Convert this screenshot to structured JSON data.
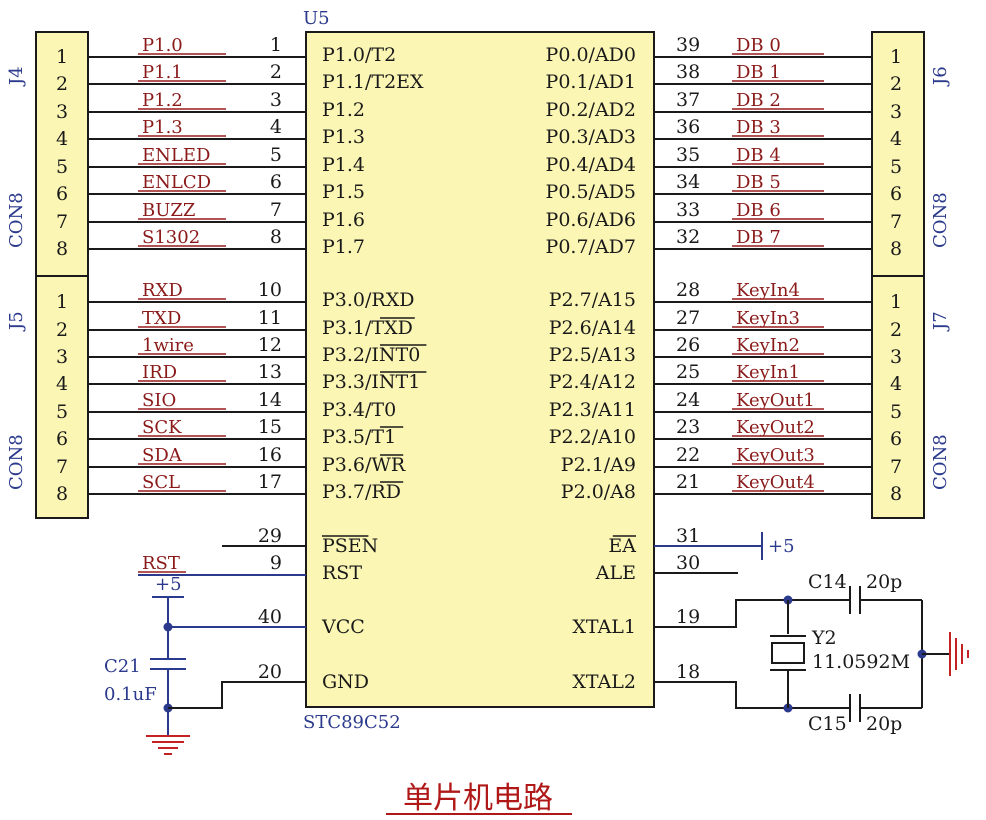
{
  "chip": {
    "ref": "U5",
    "part": "STC89C52",
    "left": [
      {
        "num": "1",
        "name": "P1.0/T2",
        "net": "P1.0"
      },
      {
        "num": "2",
        "name": "P1.1/T2EX",
        "net": "P1.1"
      },
      {
        "num": "3",
        "name": "P1.2",
        "net": "P1.2"
      },
      {
        "num": "4",
        "name": "P1.3",
        "net": "P1.3"
      },
      {
        "num": "5",
        "name": "P1.4",
        "net": "ENLED"
      },
      {
        "num": "6",
        "name": "P1.5",
        "net": "ENLCD"
      },
      {
        "num": "7",
        "name": "P1.6",
        "net": "BUZZ"
      },
      {
        "num": "8",
        "name": "P1.7",
        "net": "S1302"
      },
      {
        "num": "10",
        "name": "P3.0/RXD",
        "net": "RXD"
      },
      {
        "num": "11",
        "name": "P3.1/TXD",
        "net": "TXD"
      },
      {
        "num": "12",
        "name": "P3.2/INT0",
        "net": "1wire"
      },
      {
        "num": "13",
        "name": "P3.3/INT1",
        "net": "IRD"
      },
      {
        "num": "14",
        "name": "P3.4/T0",
        "net": "SIO"
      },
      {
        "num": "15",
        "name": "P3.5/T1",
        "net": "SCK"
      },
      {
        "num": "16",
        "name": "P3.6/WR",
        "net": "SDA"
      },
      {
        "num": "17",
        "name": "P3.7/RD",
        "net": "SCL"
      },
      {
        "num": "29",
        "name": "PSEN",
        "net": ""
      },
      {
        "num": "9",
        "name": "RST",
        "net": "RST"
      },
      {
        "num": "40",
        "name": "VCC",
        "net": ""
      },
      {
        "num": "20",
        "name": "GND",
        "net": ""
      }
    ],
    "right": [
      {
        "num": "39",
        "name": "P0.0/AD0",
        "net": "DB 0"
      },
      {
        "num": "38",
        "name": "P0.1/AD1",
        "net": "DB 1"
      },
      {
        "num": "37",
        "name": "P0.2/AD2",
        "net": "DB 2"
      },
      {
        "num": "36",
        "name": "P0.3/AD3",
        "net": "DB 3"
      },
      {
        "num": "35",
        "name": "P0.4/AD4",
        "net": "DB 4"
      },
      {
        "num": "34",
        "name": "P0.5/AD5",
        "net": "DB 5"
      },
      {
        "num": "33",
        "name": "P0.6/AD6",
        "net": "DB 6"
      },
      {
        "num": "32",
        "name": "P0.7/AD7",
        "net": "DB 7"
      },
      {
        "num": "28",
        "name": "P2.7/A15",
        "net": "KeyIn4"
      },
      {
        "num": "27",
        "name": "P2.6/A14",
        "net": "KeyIn3"
      },
      {
        "num": "26",
        "name": "P2.5/A13",
        "net": "KeyIn2"
      },
      {
        "num": "25",
        "name": "P2.4/A12",
        "net": "KeyIn1"
      },
      {
        "num": "24",
        "name": "P2.3/A11",
        "net": "KeyOut1"
      },
      {
        "num": "23",
        "name": "P2.2/A10",
        "net": "KeyOut2"
      },
      {
        "num": "22",
        "name": "P2.1/A9",
        "net": "KeyOut3"
      },
      {
        "num": "21",
        "name": "P2.0/A8",
        "net": "KeyOut4"
      },
      {
        "num": "31",
        "name": "EA",
        "net": ""
      },
      {
        "num": "30",
        "name": "ALE",
        "net": ""
      },
      {
        "num": "19",
        "name": "XTAL1",
        "net": ""
      },
      {
        "num": "18",
        "name": "XTAL2",
        "net": ""
      }
    ]
  },
  "connectors": [
    {
      "ref": "J4",
      "type": "CON8",
      "pins": [
        "1",
        "2",
        "3",
        "4",
        "5",
        "6",
        "7",
        "8"
      ]
    },
    {
      "ref": "J5",
      "type": "CON8",
      "pins": [
        "1",
        "2",
        "3",
        "4",
        "5",
        "6",
        "7",
        "8"
      ]
    },
    {
      "ref": "J6",
      "type": "CON8",
      "pins": [
        "1",
        "2",
        "3",
        "4",
        "5",
        "6",
        "7",
        "8"
      ]
    },
    {
      "ref": "J7",
      "type": "CON8",
      "pins": [
        "1",
        "2",
        "3",
        "4",
        "5",
        "6",
        "7",
        "8"
      ]
    }
  ],
  "parts": {
    "power_ea": "+5",
    "power_vcc": "+5",
    "c21": {
      "ref": "C21",
      "value": "0.1uF"
    },
    "c14": {
      "ref": "C14",
      "value": "20p"
    },
    "c15": {
      "ref": "C15",
      "value": "20p"
    },
    "y2": {
      "ref": "Y2",
      "value": "11.0592M"
    }
  },
  "title": "单片机电路",
  "colors": {
    "wire": "#1a1a1a",
    "net_label": "#8a1a1a",
    "blue": "#2b3a8c",
    "chip_fill": "#fbf6b4",
    "title": "#b01818"
  }
}
